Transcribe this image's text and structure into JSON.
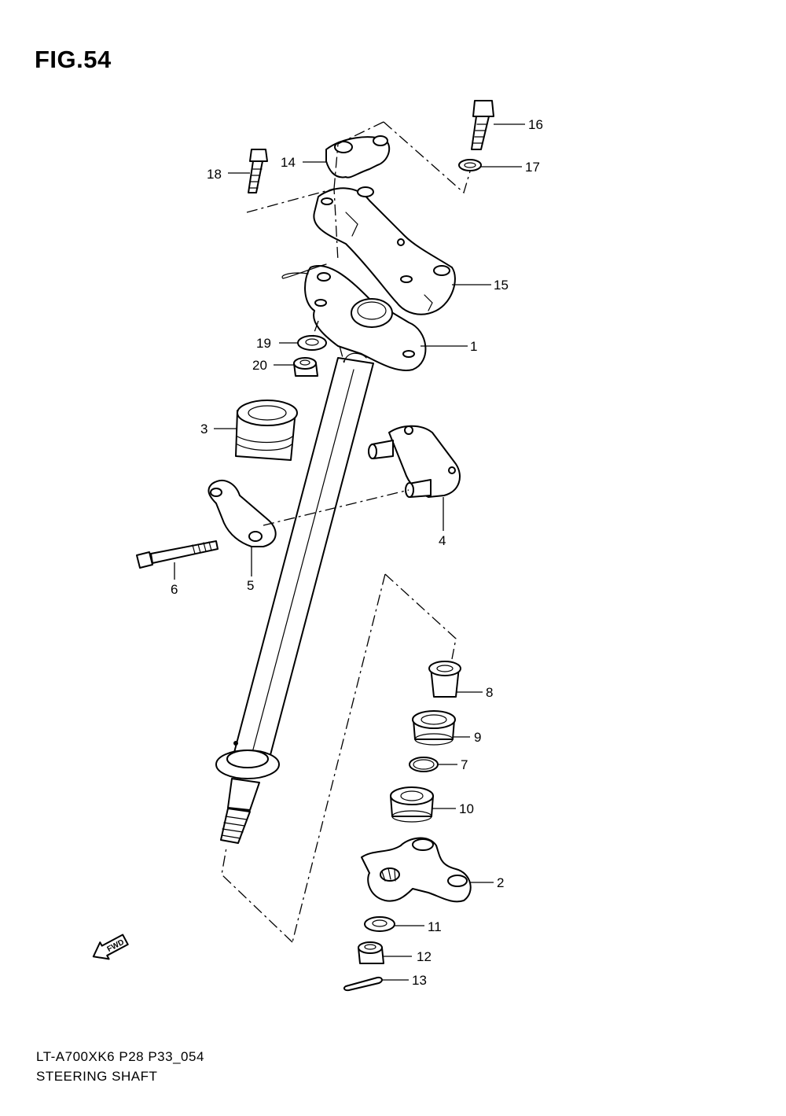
{
  "figure": {
    "title": "FIG.54"
  },
  "callouts": {
    "c1": "1",
    "c2": "2",
    "c3": "3",
    "c4": "4",
    "c5": "5",
    "c6": "6",
    "c7": "7",
    "c8": "8",
    "c9": "9",
    "c10": "10",
    "c11": "11",
    "c12": "12",
    "c13": "13",
    "c14": "14",
    "c15": "15",
    "c16": "16",
    "c17": "17",
    "c18": "18",
    "c19": "19",
    "c20": "20"
  },
  "fwd_label": "FWD",
  "footer": {
    "code": "LT-A700XK6 P28 P33_054",
    "name": "STEERING SHAFT"
  }
}
